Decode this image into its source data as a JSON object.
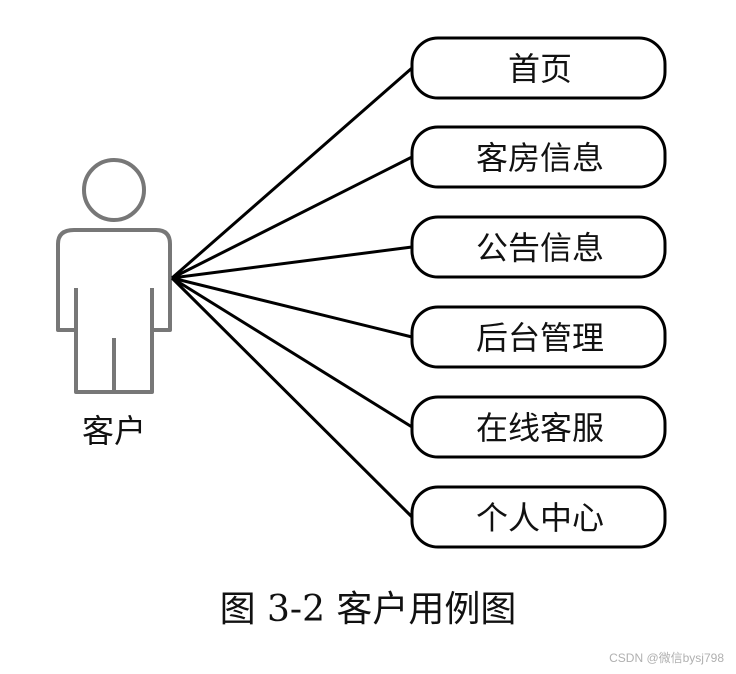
{
  "actor": {
    "label": "客户",
    "icon": "person-icon"
  },
  "use_cases": [
    {
      "label": "首页"
    },
    {
      "label": "客房信息"
    },
    {
      "label": "公告信息"
    },
    {
      "label": "后台管理"
    },
    {
      "label": "在线客服"
    },
    {
      "label": "个人中心"
    }
  ],
  "caption": "图 3-2 客户用例图",
  "watermark": "CSDN @微信bysj798",
  "colors": {
    "stroke": "#000000",
    "actor_stroke": "#777777",
    "text": "#111111",
    "watermark": "#b0b0b0"
  }
}
